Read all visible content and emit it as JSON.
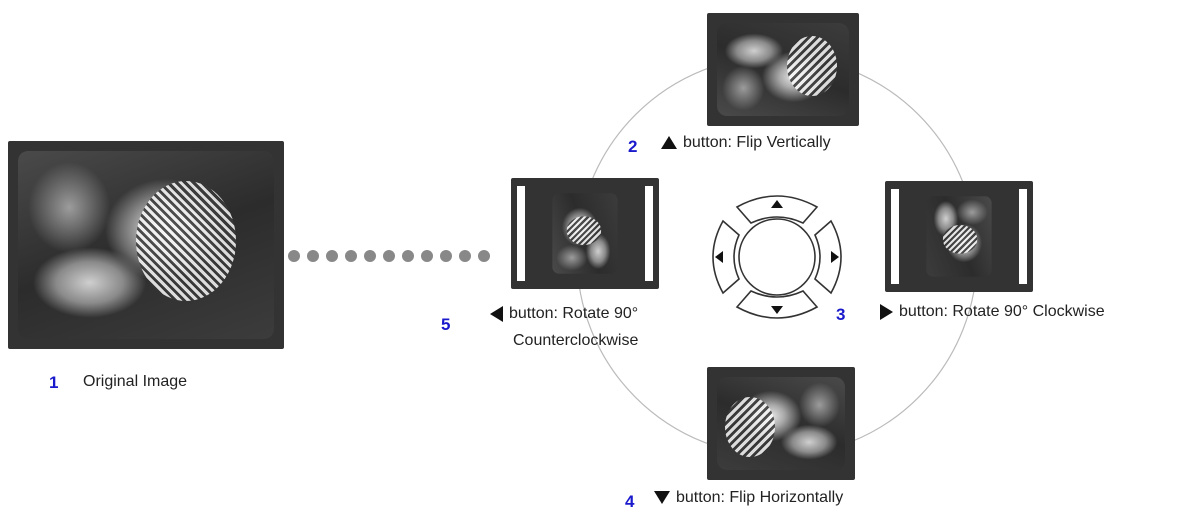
{
  "labels": {
    "original": "Original Image",
    "up": "button: Flip Vertically",
    "right": "button: Rotate 90° Clockwise",
    "down": "button: Flip Horizontally",
    "left_line1": "button: Rotate 90°",
    "left_line2": "Counterclockwise"
  },
  "numbers": {
    "n1": "1",
    "n2": "2",
    "n3": "3",
    "n4": "4",
    "n5": "5"
  },
  "colors": {
    "number": "#1a1acc",
    "frame": "#333333",
    "circle": "#bbbbbb",
    "dots": "#888888"
  },
  "icons": [
    "up-triangle-icon",
    "right-triangle-icon",
    "down-triangle-icon",
    "left-triangle-icon",
    "dpad-icon"
  ]
}
